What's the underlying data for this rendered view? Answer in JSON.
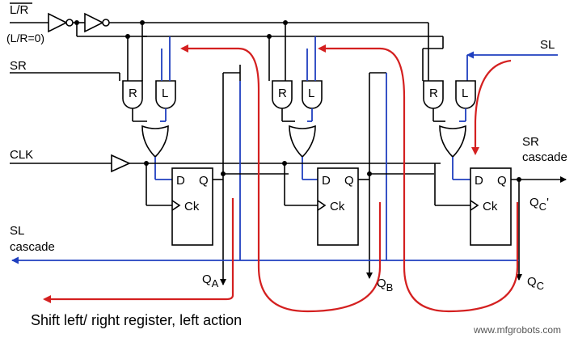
{
  "colors": {
    "wire": "#000000",
    "left_path": "#1f3fbf",
    "data_flow": "#d42020",
    "background": "#ffffff"
  },
  "inputs": {
    "lr_label": "L/R",
    "lr_note": "(L/R=0)",
    "sl_label": "SL",
    "sr_label": "SR",
    "clk_label": "CLK"
  },
  "outputs": {
    "sl_cascade_line1": "SL",
    "sl_cascade_line2": "cascade",
    "sr_cascade_line1": "SR",
    "sr_cascade_line2": "cascade",
    "qa": "Q",
    "qa_sub": "A",
    "qb": "Q",
    "qb_sub": "B",
    "qc": "Q",
    "qc_sub": "C",
    "qc_prime": "Q",
    "qc_prime_sub": "C",
    "qc_prime_mark": "'"
  },
  "gates": {
    "r_label": "R",
    "l_label": "L"
  },
  "flipflop": {
    "d_label": "D",
    "q_label": "Q",
    "ck_label": "Ck"
  },
  "caption": "Shift left/ right register, left action",
  "watermark": "www.mfgrobots.com"
}
